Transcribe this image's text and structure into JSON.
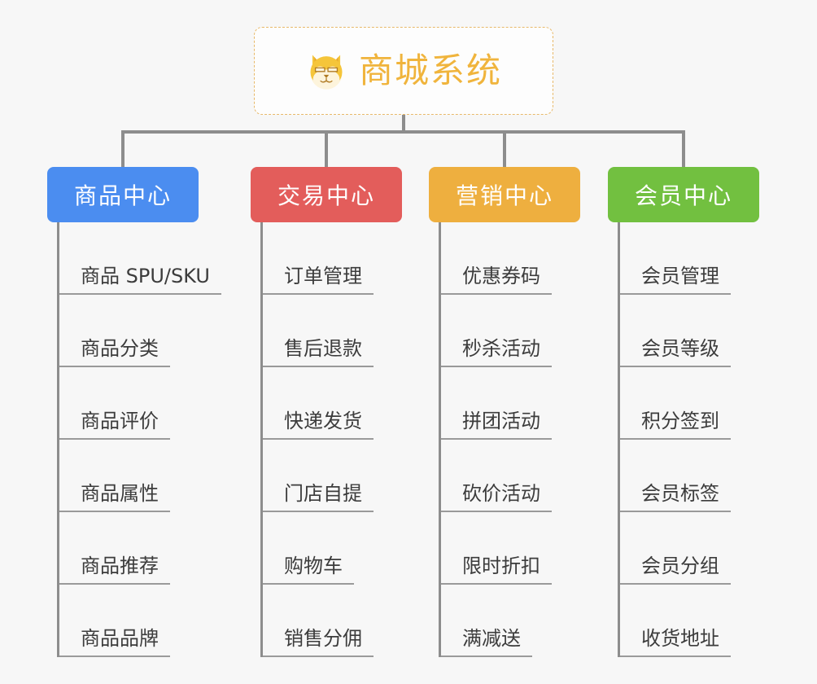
{
  "root": {
    "title": "商城系统",
    "icon": "shiba-dog-face-icon",
    "border_color": "#e8b96a",
    "text_color": "#f0b43c",
    "background": "#fdfdfd"
  },
  "canvas": {
    "background": "#f7f7f7",
    "connector_color": "#8d8d8d",
    "leaf_line_color": "#9a9a9a",
    "leaf_text_color": "#3c3c3c"
  },
  "categories": [
    {
      "label": "商品中心",
      "color": "#4b8df0",
      "items": [
        {
          "label": "商品 SPU/SKU"
        },
        {
          "label": "商品分类"
        },
        {
          "label": "商品评价"
        },
        {
          "label": "商品属性"
        },
        {
          "label": "商品推荐"
        },
        {
          "label": "商品品牌"
        }
      ]
    },
    {
      "label": "交易中心",
      "color": "#e35d5b",
      "items": [
        {
          "label": "订单管理"
        },
        {
          "label": "售后退款"
        },
        {
          "label": "快递发货"
        },
        {
          "label": "门店自提"
        },
        {
          "label": "购物车"
        },
        {
          "label": "销售分佣"
        }
      ]
    },
    {
      "label": "营销中心",
      "color": "#eeaf3f",
      "items": [
        {
          "label": "优惠券码"
        },
        {
          "label": "秒杀活动"
        },
        {
          "label": "拼团活动"
        },
        {
          "label": "砍价活动"
        },
        {
          "label": "限时折扣"
        },
        {
          "label": "满减送"
        }
      ]
    },
    {
      "label": "会员中心",
      "color": "#72c040",
      "items": [
        {
          "label": "会员管理"
        },
        {
          "label": "会员等级"
        },
        {
          "label": "积分签到"
        },
        {
          "label": "会员标签"
        },
        {
          "label": "会员分组"
        },
        {
          "label": "收货地址"
        }
      ]
    }
  ]
}
